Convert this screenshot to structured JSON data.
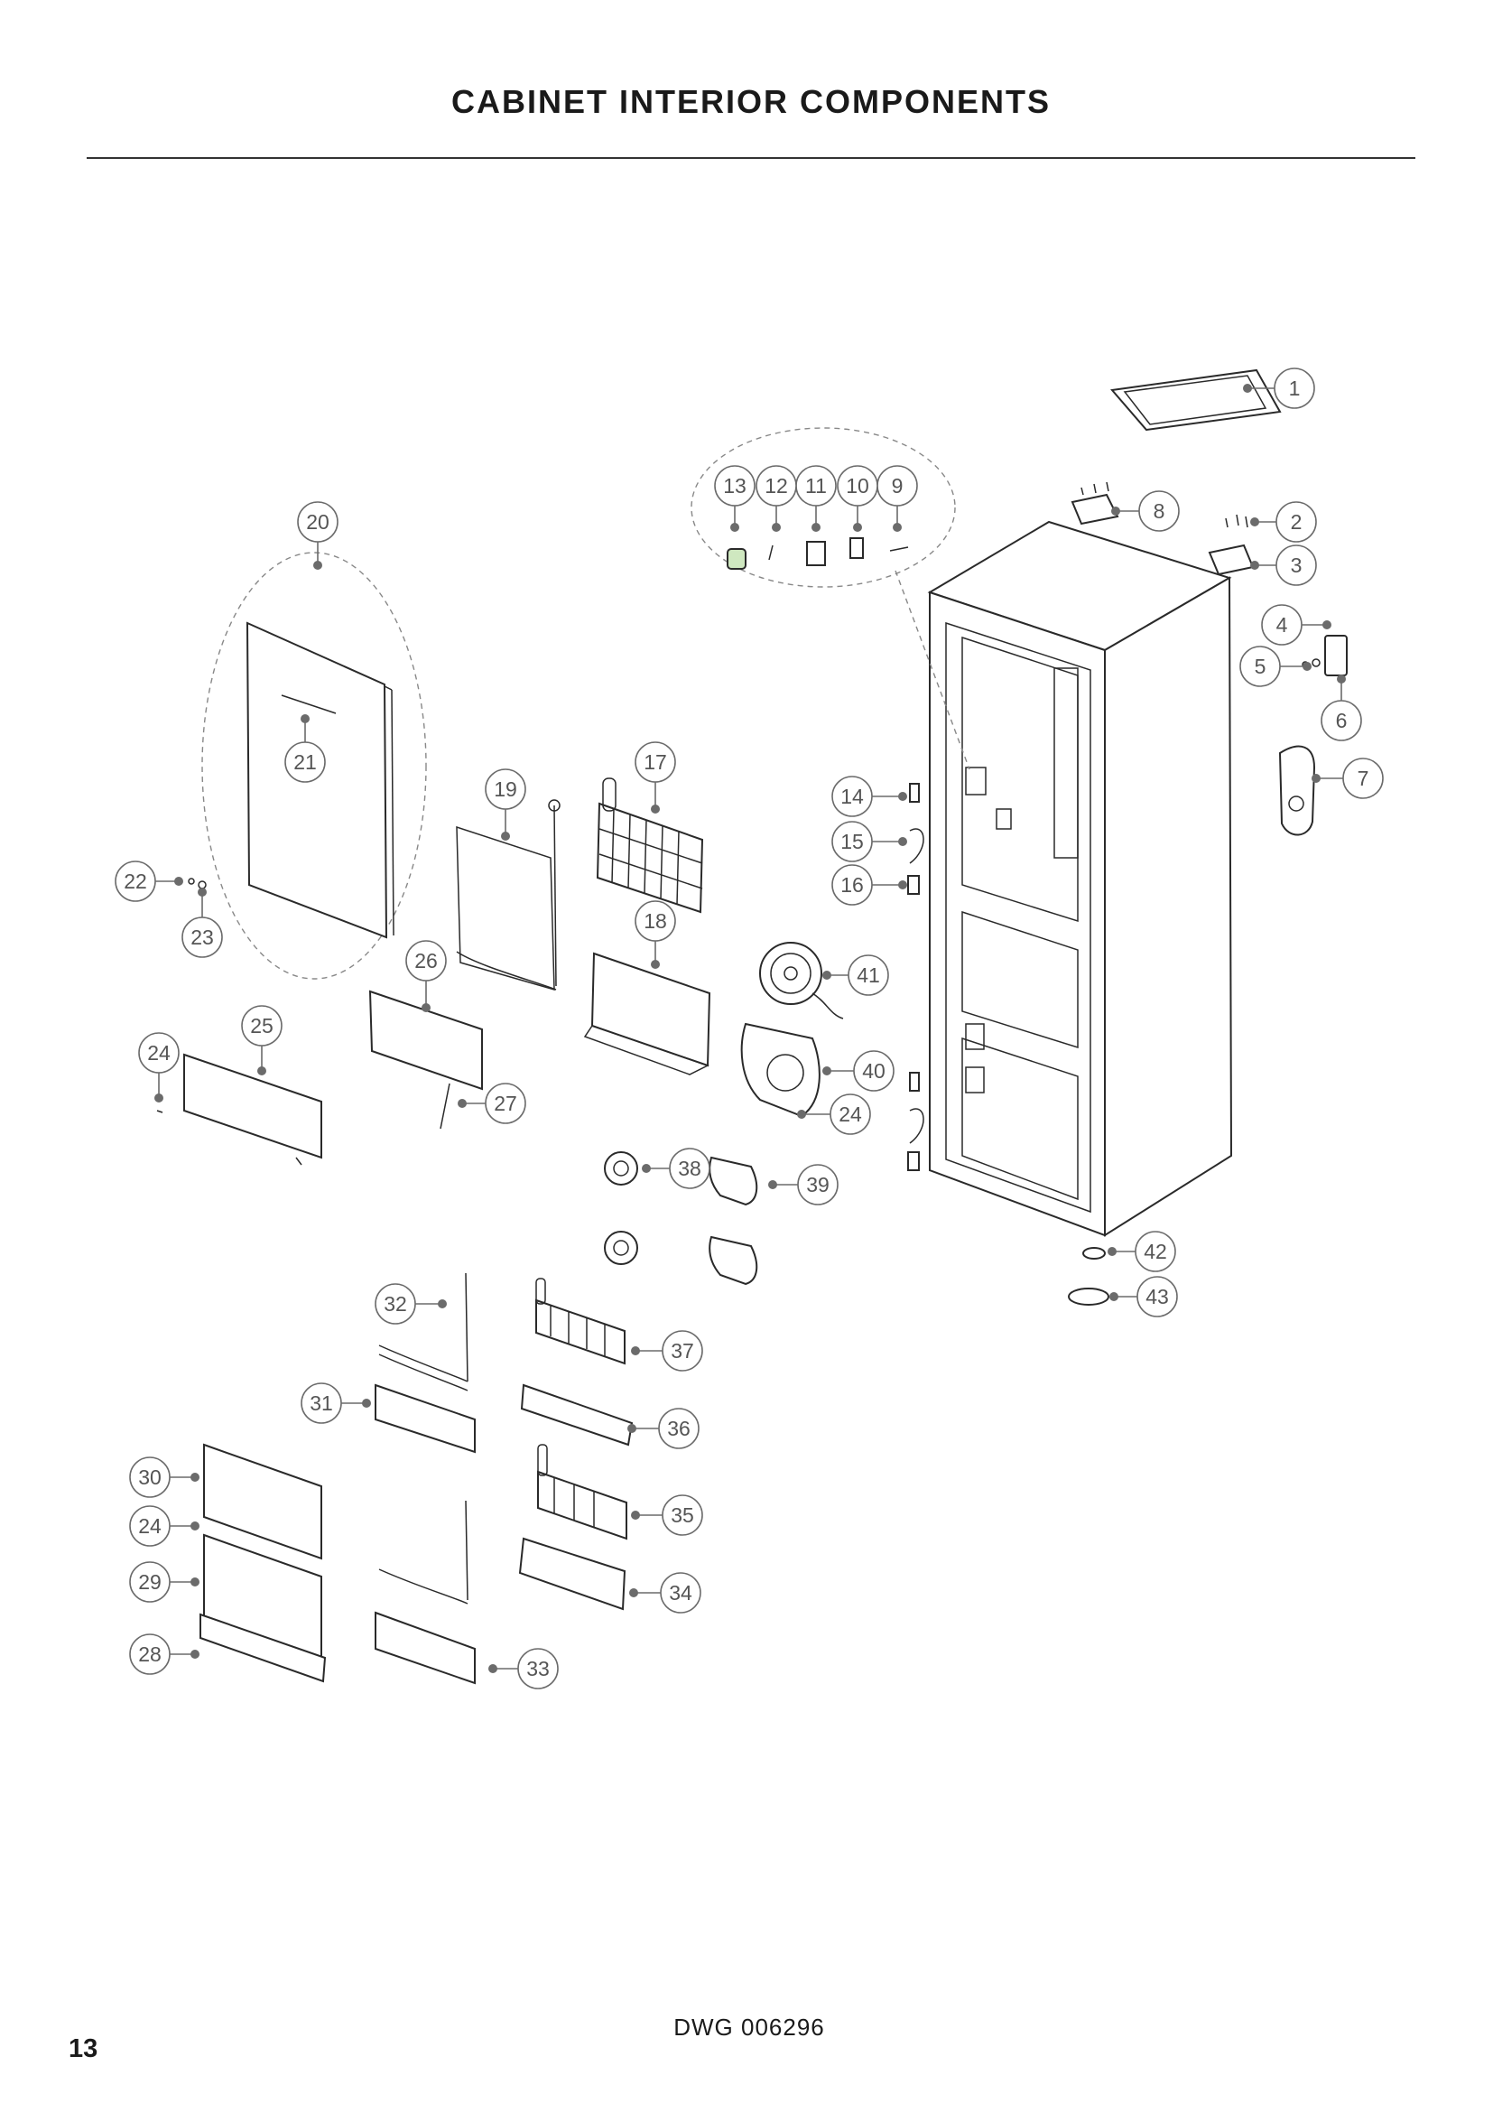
{
  "page": {
    "title": "CABINET INTERIOR COMPONENTS",
    "drawing_number": "DWG 006296",
    "page_number": "13"
  },
  "colors": {
    "callout_stroke": "#6b6b6b",
    "callout_text": "#555555",
    "line": "#2a2a2a"
  },
  "callouts": [
    "1",
    "2",
    "3",
    "4",
    "5",
    "6",
    "7",
    "8",
    "9",
    "10",
    "11",
    "12",
    "13",
    "14",
    "15",
    "16",
    "17",
    "18",
    "19",
    "20",
    "21",
    "22",
    "23",
    "24",
    "24",
    "24",
    "24",
    "25",
    "26",
    "27",
    "28",
    "29",
    "30",
    "31",
    "32",
    "33",
    "34",
    "35",
    "36",
    "37",
    "38",
    "39",
    "40",
    "41",
    "42",
    "43"
  ]
}
